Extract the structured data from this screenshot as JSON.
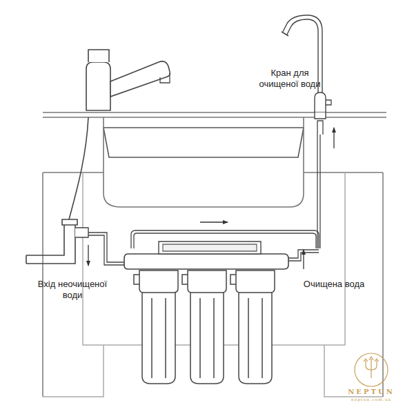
{
  "diagram": {
    "labels": [
      "Кран для очищеної води",
      "Вхід неочищеної води",
      "Очищена вода",
      "NEPTUN",
      "neptun.com.ua"
    ]
  }
}
